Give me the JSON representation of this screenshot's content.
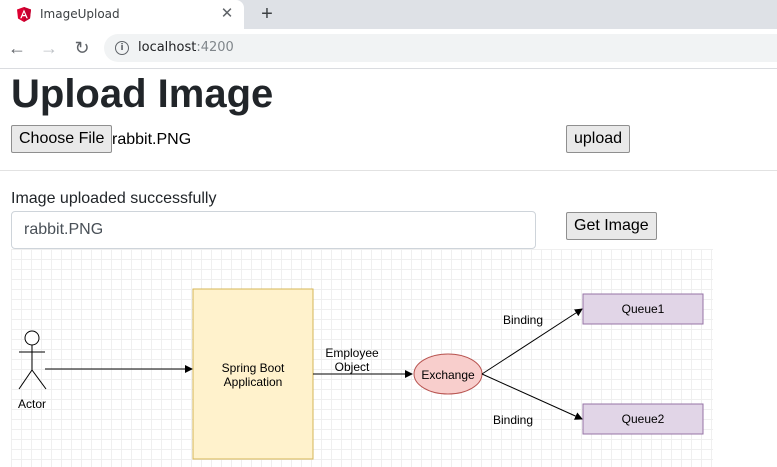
{
  "browser": {
    "tab_title": "ImageUpload",
    "tab_icon": "angular-icon",
    "close_icon": "✕",
    "new_tab_icon": "+",
    "url_host": "localhost",
    "url_port": ":4200",
    "back_icon": "←",
    "forward_icon": "→",
    "reload_icon": "↻",
    "info_icon": "i"
  },
  "page": {
    "title": "Upload Image",
    "choose_file_label": "Choose File",
    "selected_file": "rabbit.PNG",
    "upload_label": "upload",
    "status_message": "Image uploaded successfully",
    "image_name_value": "rabbit.PNG",
    "get_image_label": "Get Image"
  },
  "diagram": {
    "actor_label": "Actor",
    "app_line1": "Spring Boot",
    "app_line2": "Application",
    "edge_line1": "Employee",
    "edge_line2": "Object",
    "exchange_label": "Exchange",
    "binding_top": "Binding",
    "binding_bottom": "Binding",
    "queue1_label": "Queue1",
    "queue2_label": "Queue2",
    "colors": {
      "app_fill": "#fff2cc",
      "app_stroke": "#d6b656",
      "exchange_fill": "#f8cecc",
      "exchange_stroke": "#b85450",
      "queue_fill": "#e1d5e7",
      "queue_stroke": "#9673a6"
    }
  }
}
